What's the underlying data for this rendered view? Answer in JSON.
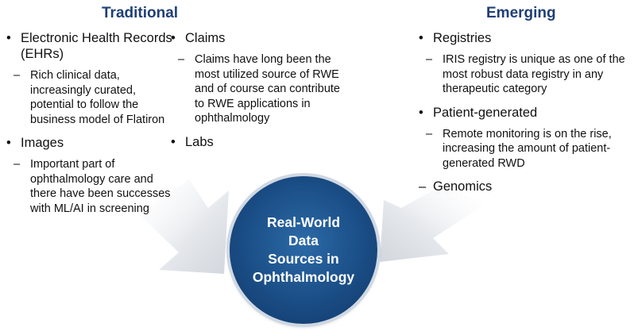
{
  "headings": {
    "left": "Traditional",
    "right": "Emerging"
  },
  "traditional": {
    "col1": [
      {
        "title": "Electronic Health Records (EHRs)",
        "sub": "Rich clinical data, increasingly curated, potential to follow the business model of Flatiron"
      },
      {
        "title": "Images",
        "sub": "Important part of ophthalmology care and there have been successes with ML/AI in screening"
      }
    ],
    "col2": [
      {
        "title": "Claims",
        "sub": "Claims have long been the most utilized source of RWE and of course can contribute to RWE applications in ophthalmology"
      },
      {
        "title": "Labs"
      }
    ]
  },
  "emerging": {
    "items": [
      {
        "title": "Registries",
        "sub": "IRIS registry is unique as one of the most robust data registry in any therapeutic category"
      },
      {
        "title": "Patient-generated",
        "sub": "Remote monitoring is on the rise, increasing the amount of patient-generated RWD"
      }
    ],
    "dash_item": "Genomics"
  },
  "center": {
    "text": "Real-World\nData\nSources in\nOphthalmology",
    "color": "#1a4d85"
  },
  "colors": {
    "heading": "#1f3f77",
    "arrow": "#e3e6ea"
  },
  "symbols": {
    "bullet": "•",
    "dash": "–"
  }
}
